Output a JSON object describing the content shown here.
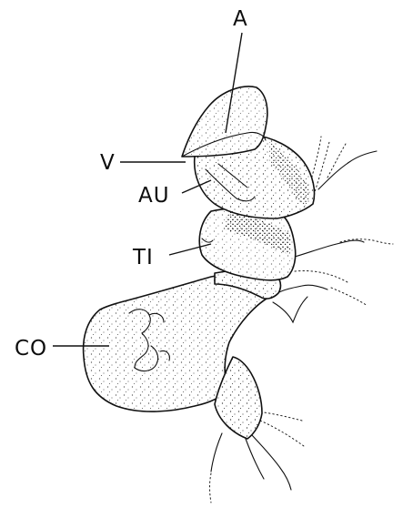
{
  "labels": {
    "a": "A",
    "v": "V",
    "au": "AU",
    "ti": "TI",
    "co": "CO"
  },
  "colors": {
    "ink": "#111111",
    "background": "#ffffff"
  }
}
